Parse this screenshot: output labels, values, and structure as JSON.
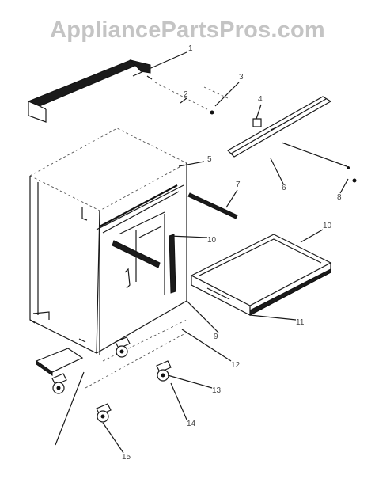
{
  "watermark": "AppliancePartsPros.com",
  "callouts": {
    "c1": "1",
    "c2": "2",
    "c3": "3",
    "c4": "4",
    "c5": "5",
    "c6": "6",
    "c7": "7",
    "c8": "8",
    "c9": "9",
    "c10": "10",
    "c10b": "10",
    "c11": "11",
    "c12": "12",
    "c13": "13",
    "c14": "14",
    "c15": "15"
  }
}
